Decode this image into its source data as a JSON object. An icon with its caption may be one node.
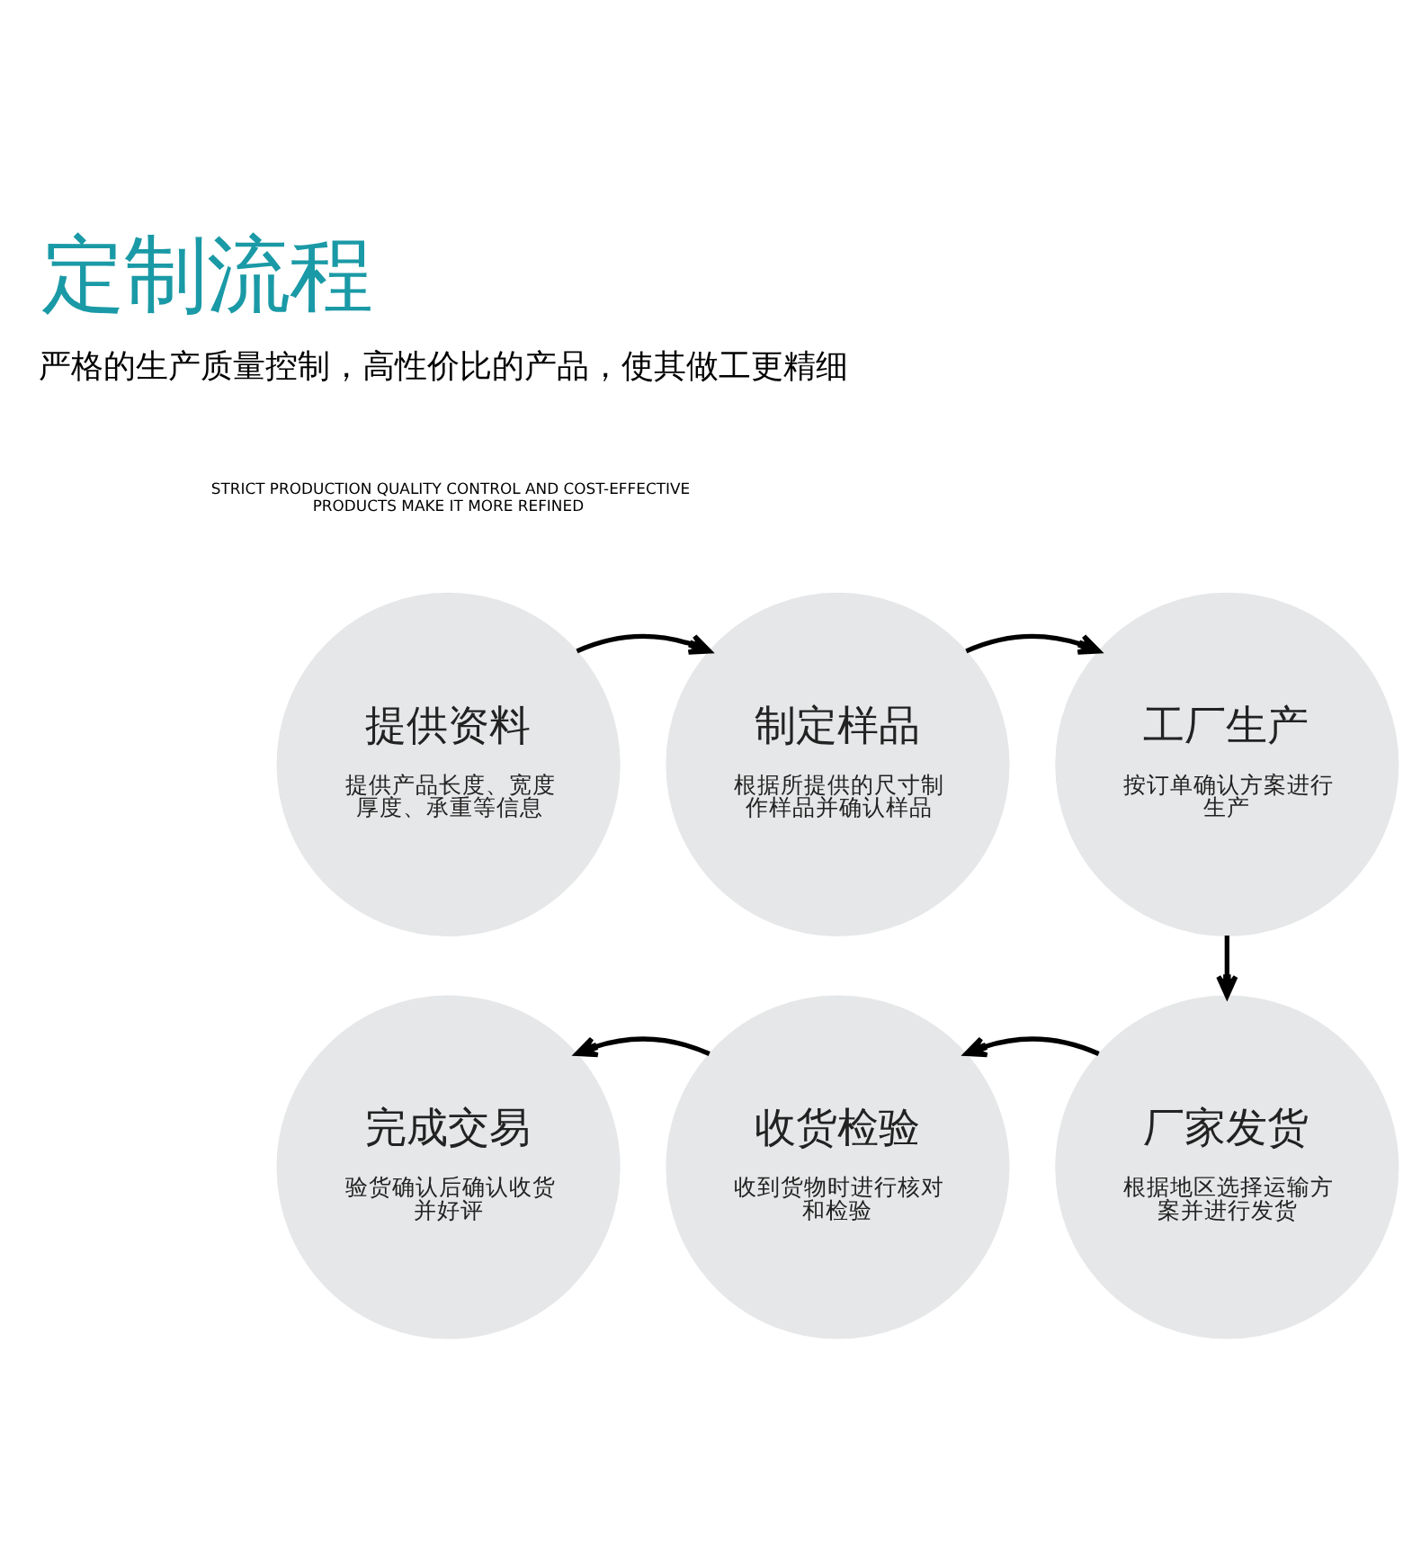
{
  "diagram": {
    "title": "定制流程",
    "nodes": [
      {
        "text": [
          "提供资料",
          "提供产品长度、宽度厚度、承重等信息"
        ]
      },
      {
        "text": [
          "制定样品",
          "根据所提供的尺寸制作样品并确认样品"
        ]
      },
      {
        "text": [
          "工厂生产",
          "按订单确认方案进行生产"
        ]
      },
      {
        "text": [
          "完成交易",
          "验货确认后确认收货并好评"
        ]
      },
      {
        "text": [
          "收货检验",
          "收到货物时进行核对和检验"
        ]
      },
      {
        "text": [
          "厂家发货",
          "根据地区选择运输方案并进行发货"
        ]
      }
    ],
    "edges": [
      {
        "from": 0,
        "to": 1,
        "arrow": "to"
      },
      {
        "from": 1,
        "to": 2,
        "arrow": "to"
      },
      {
        "from": 2,
        "to": 5,
        "arrow": "to"
      },
      {
        "from": 5,
        "to": 4,
        "arrow": "to"
      },
      {
        "from": 4,
        "to": 3,
        "arrow": "to"
      }
    ],
    "labels": [
      "严格的生产质量控制，高性价比的产品，使其做工更精细",
      "STRICT PRODUCTION QUALITY CONTROL AND COST-EFFECTIVE PRODUCTS MAKE IT MORE REFINED"
    ]
  }
}
